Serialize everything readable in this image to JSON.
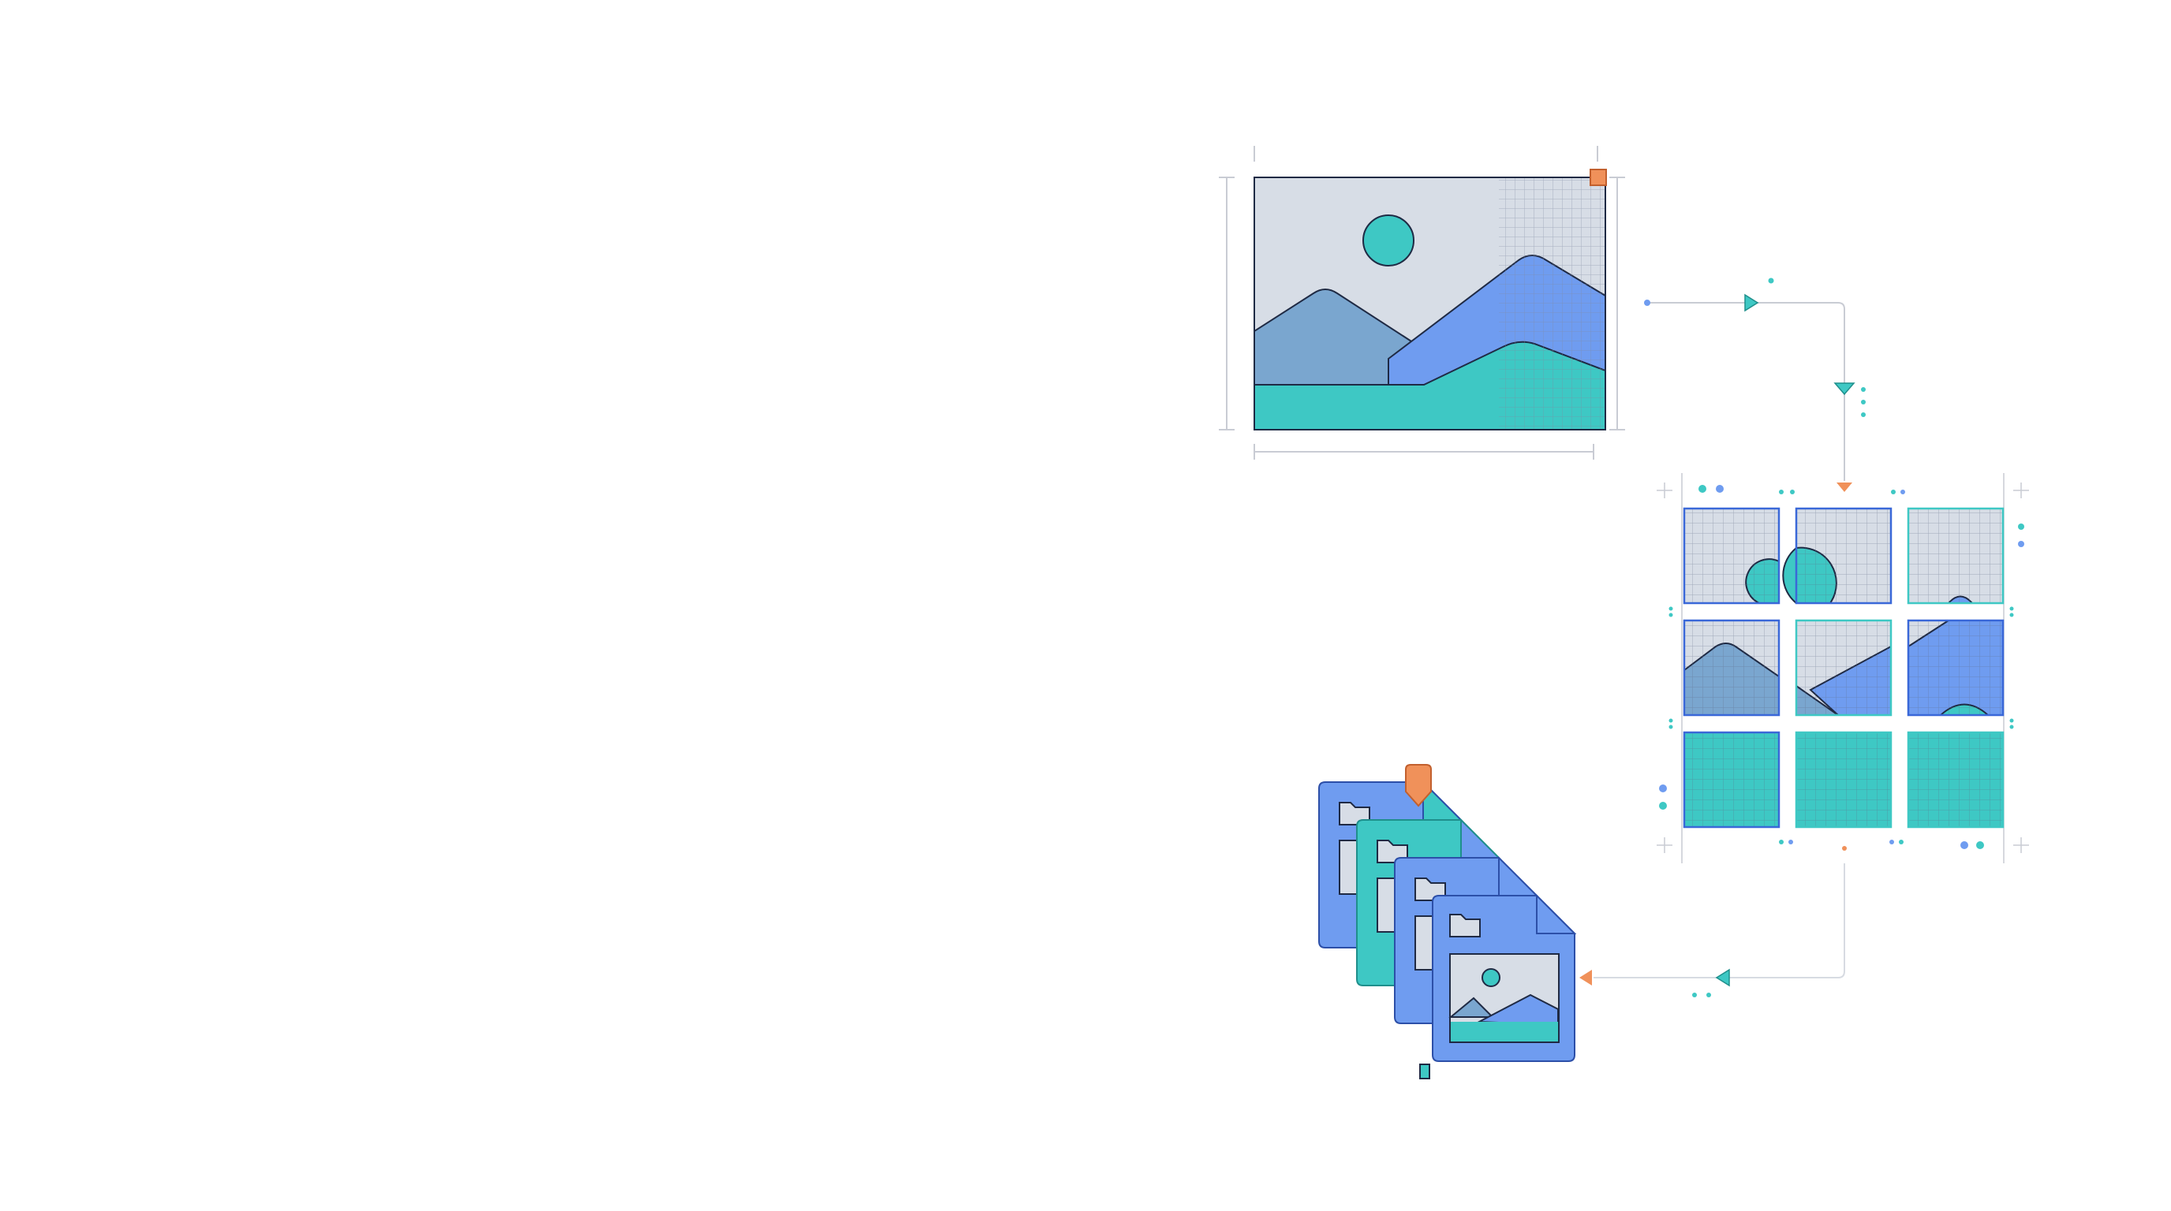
{
  "diagram": {
    "caption": "",
    "colors": {
      "sky": "#d7dde6",
      "mountain_back": "#7aa6cf",
      "mountain_front": "#6f9cf0",
      "ground": "#3ec8c4",
      "outline": "#1f2a44",
      "grid_line": "#9aa3b3",
      "accent_orange": "#f0915a",
      "accent_teal": "#3ec8c4",
      "accent_blue": "#6f9cf0",
      "tile_border_blue": "#3a68d8",
      "file_blue": "#6f9cf0",
      "file_teal": "#3ec8c4",
      "guide_line": "#c9ccd4"
    },
    "stages": [
      {
        "id": "source-image",
        "icon": "landscape-image-icon"
      },
      {
        "id": "tile-grid",
        "icon": "grid-tiles-icon",
        "rows": 3,
        "cols": 3
      },
      {
        "id": "output-files",
        "icon": "image-file-stack-icon",
        "count": 4
      }
    ],
    "flow": [
      "source-image",
      "tile-grid",
      "output-files"
    ]
  }
}
